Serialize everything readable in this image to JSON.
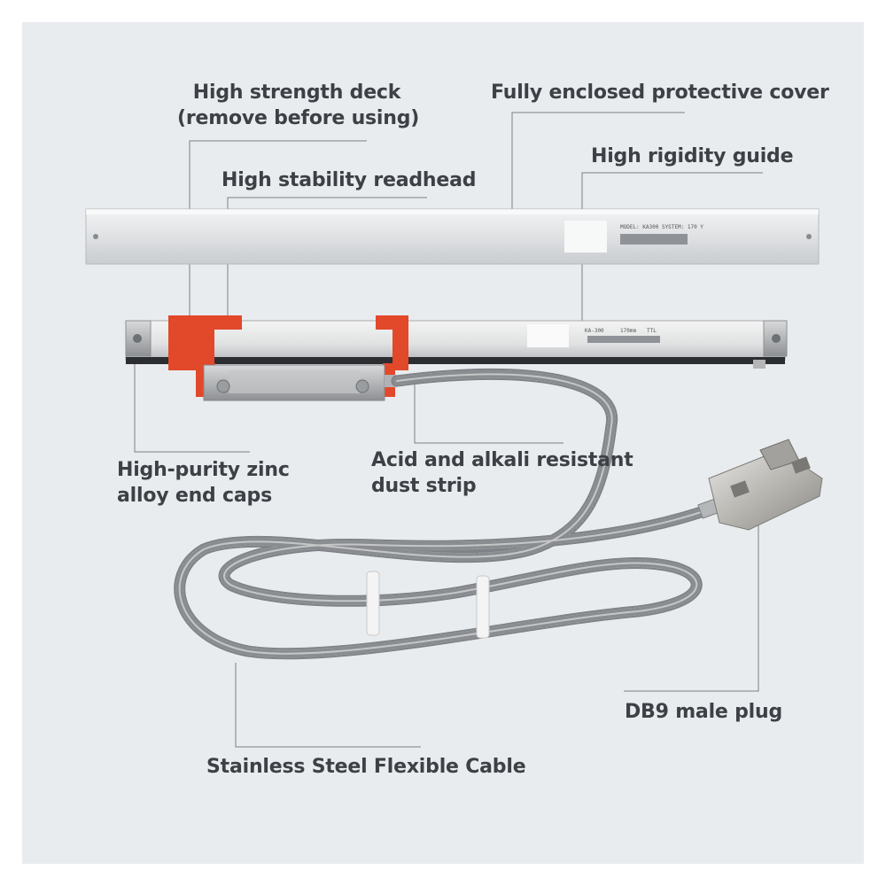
{
  "labels": {
    "deck_line1": "High strength deck",
    "deck_line2": "(remove before using)",
    "cover": "Fully enclosed protective cover",
    "guide": "High rigidity guide",
    "readhead": "High stability readhead",
    "endcaps_line1": "High-purity zinc",
    "endcaps_line2": "alloy end caps",
    "dust_line1": "Acid and alkali resistant",
    "dust_line2": "dust strip",
    "plug": "DB9 male plug",
    "cable": "Stainless Steel Flexible Cable"
  },
  "colors": {
    "background": "#e9ecef",
    "label_text": "#3d4146",
    "leader_line": "#7a7f85",
    "deck_orange": "#e2482a"
  },
  "product_marks": {
    "cover_model": "MODEL: KA300  SYSTEM: 170 Y",
    "scale_model": "KA-300",
    "scale_length": "170mm",
    "scale_signal": "TTL"
  }
}
